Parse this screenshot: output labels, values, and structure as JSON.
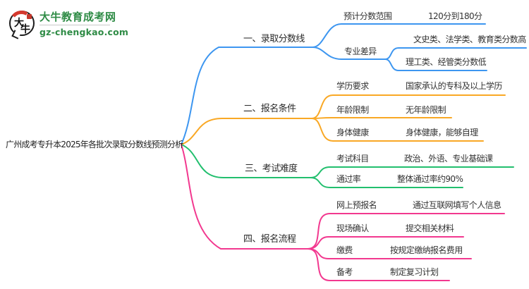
{
  "logo": {
    "site_name": "大牛教育成考网",
    "domain": "gz-chengkao.com",
    "icon_char_1": "大",
    "icon_char_2": "牛",
    "brand_color": "#2e8b45"
  },
  "root": {
    "title": "广州成考专升本2025年各批次录取分数线预测分析"
  },
  "branches": [
    {
      "label": "一、录取分数线",
      "color": "#3d96f0",
      "children": [
        {
          "label": "预计分数范围",
          "value": "120分到180分"
        },
        {
          "label": "专业差异",
          "children": [
            {
              "value": "文史类、法学类、教育类分数高"
            },
            {
              "value": "理工类、经管类分数低"
            }
          ]
        }
      ]
    },
    {
      "label": "二、报名条件",
      "color": "#f9a825",
      "children": [
        {
          "label": "学历要求",
          "value": "国家承认的专科及以上学历"
        },
        {
          "label": "年龄限制",
          "value": "无年龄限制"
        },
        {
          "label": "身体健康",
          "value": "身体健康，能够自理"
        }
      ]
    },
    {
      "label": "三、考试难度",
      "color": "#22bf6e",
      "children": [
        {
          "label": "考试科目",
          "value": "政治、外语、专业基础课"
        },
        {
          "label": "通过率",
          "value": "整体通过率约90%"
        }
      ]
    },
    {
      "label": "四、报名流程",
      "color": "#f2388f",
      "children": [
        {
          "label": "网上预报名",
          "value": "通过互联网填写个人信息"
        },
        {
          "label": "现场确认",
          "value": "提交相关材料"
        },
        {
          "label": "缴费",
          "value": "按规定缴纳报名费用"
        },
        {
          "label": "备考",
          "value": "制定复习计划"
        }
      ]
    }
  ]
}
